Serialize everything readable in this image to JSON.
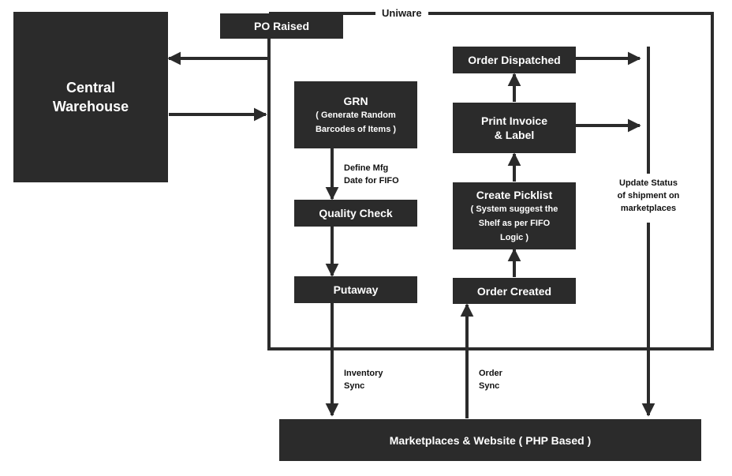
{
  "frame": {
    "title": "Uniware"
  },
  "central_warehouse": {
    "line1": "Central",
    "line2": "Warehouse"
  },
  "po_raised": {
    "label": "PO Raised"
  },
  "grn": {
    "title": "GRN",
    "sub1": "( Generate Random",
    "sub2": "Barcodes of Items )"
  },
  "mfg_note": {
    "line1": "Define Mfg",
    "line2": "Date for FIFO"
  },
  "quality_check": {
    "label": "Quality Check"
  },
  "putaway": {
    "label": "Putaway"
  },
  "order_dispatched": {
    "label": "Order Dispatched"
  },
  "print_invoice": {
    "line1": "Print Invoice",
    "line2": "& Label"
  },
  "create_picklist": {
    "title": "Create Picklist",
    "sub1": "( System suggest the",
    "sub2": "Shelf as per FIFO",
    "sub3": "Logic )"
  },
  "order_created": {
    "label": "Order Created"
  },
  "update_status": {
    "line1": "Update Status",
    "line2": "of shipment on",
    "line3": "marketplaces"
  },
  "inventory_sync": {
    "line1": "Inventory",
    "line2": "Sync"
  },
  "order_sync": {
    "line1": "Order",
    "line2": "Sync"
  },
  "marketplaces": {
    "label": "Marketplaces & Website ( PHP Based )"
  },
  "colors": {
    "box": "#2b2b2b",
    "text_on_box": "#ffffff",
    "line": "#2b2b2b",
    "background": "#ffffff"
  }
}
